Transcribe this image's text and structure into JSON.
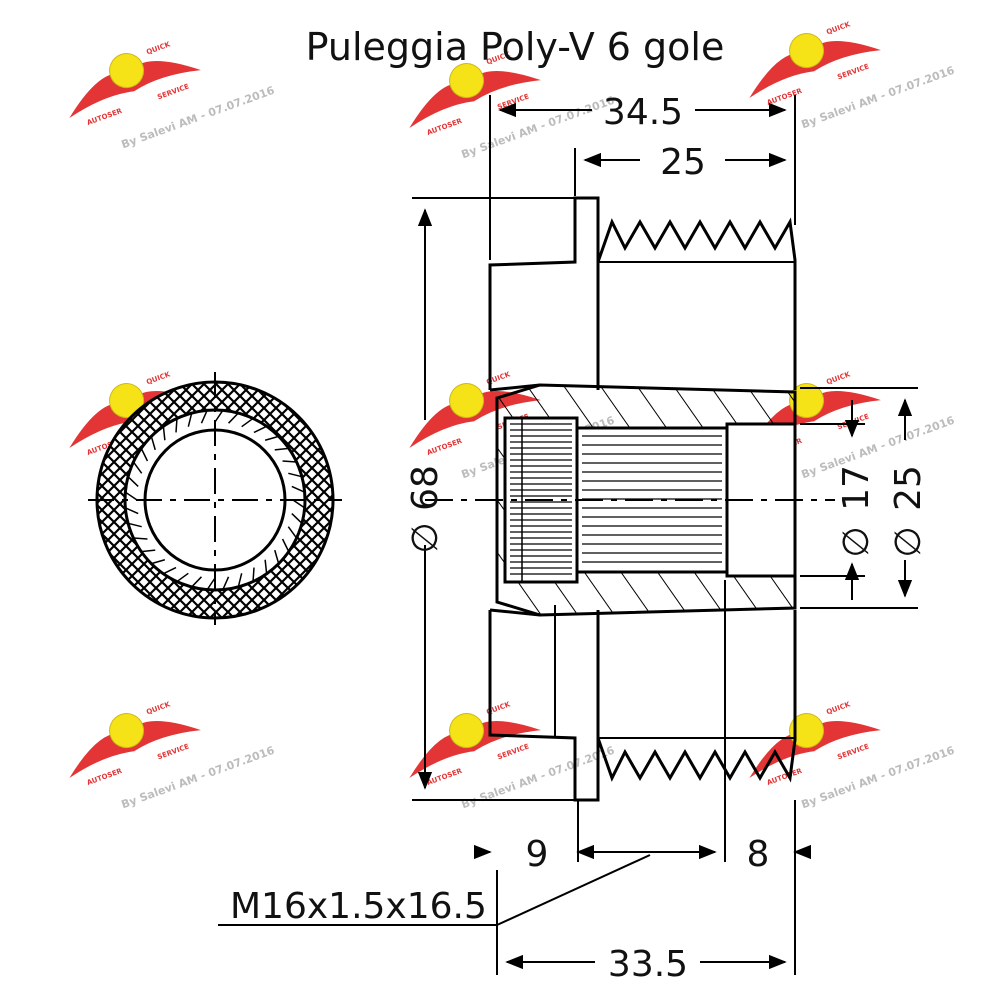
{
  "title": "Puleggia Poly-V 6 gole",
  "dimensions": {
    "overall_length": "34.5",
    "grooved_length": "25",
    "outer_diameter": "68",
    "bore_diameter": "17",
    "hub_diameter": "25",
    "front_depth": "9",
    "rear_depth": "8",
    "thread_spec": "M16x1.5x16.5",
    "body_length": "33.5"
  },
  "diameter_symbol": "∅",
  "watermark": {
    "text": "By Salevi AM - 07.07.2016",
    "brand_left": "AUTOSER",
    "brand_right": "SERVICE",
    "brand_top": "QUICK"
  },
  "colors": {
    "line": "#000000",
    "watermark_wing": "#e02020",
    "watermark_badge": "#f5e000",
    "watermark_text": "#b5b5b5"
  }
}
